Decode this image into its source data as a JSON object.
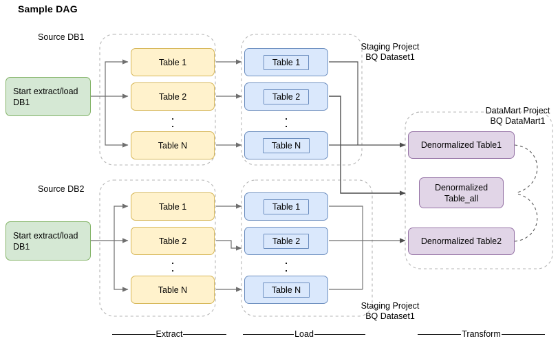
{
  "title": "Sample DAG",
  "groups": {
    "source_db1": "Source DB1",
    "source_db2": "Source DB2",
    "staging_top": "Staging Project\nBQ Dataset1",
    "staging_bottom": "Staging Project\nBQ Dataset1",
    "datamart": "DataMart Project\nBQ DataMart1"
  },
  "start_nodes": [
    {
      "id": "start-db1-top",
      "label": "Start extract/load\nDB1"
    },
    {
      "id": "start-db1-bottom",
      "label": "Start extract/load\nDB1"
    }
  ],
  "extract": {
    "top": [
      "Table 1",
      "Table 2",
      "Table N"
    ],
    "bottom": [
      "Table 1",
      "Table 2",
      "Table N"
    ]
  },
  "load": {
    "top": [
      "Table 1",
      "Table 2",
      "Table N"
    ],
    "bottom": [
      "Table 1",
      "Table 2",
      "Table N"
    ]
  },
  "transform": {
    "tables": [
      "Denormalized Table1",
      "Denormalized\nTable_all",
      "Denormalized Table2"
    ]
  },
  "phases": [
    {
      "id": "extract",
      "label": "Extract"
    },
    {
      "id": "load",
      "label": "Load"
    },
    {
      "id": "transform",
      "label": "Transform"
    }
  ],
  "colors": {
    "green_fill": "#d5e8d4",
    "green_stroke": "#82b366",
    "yellow_fill": "#fff2cc",
    "yellow_stroke": "#d6b656",
    "blue_fill": "#dae8fc",
    "blue_stroke": "#6c8ebf",
    "purple_fill": "#e1d5e7",
    "purple_stroke": "#9673a6",
    "connector": "#6f6f6f",
    "group_border": "#b5b5b5"
  }
}
